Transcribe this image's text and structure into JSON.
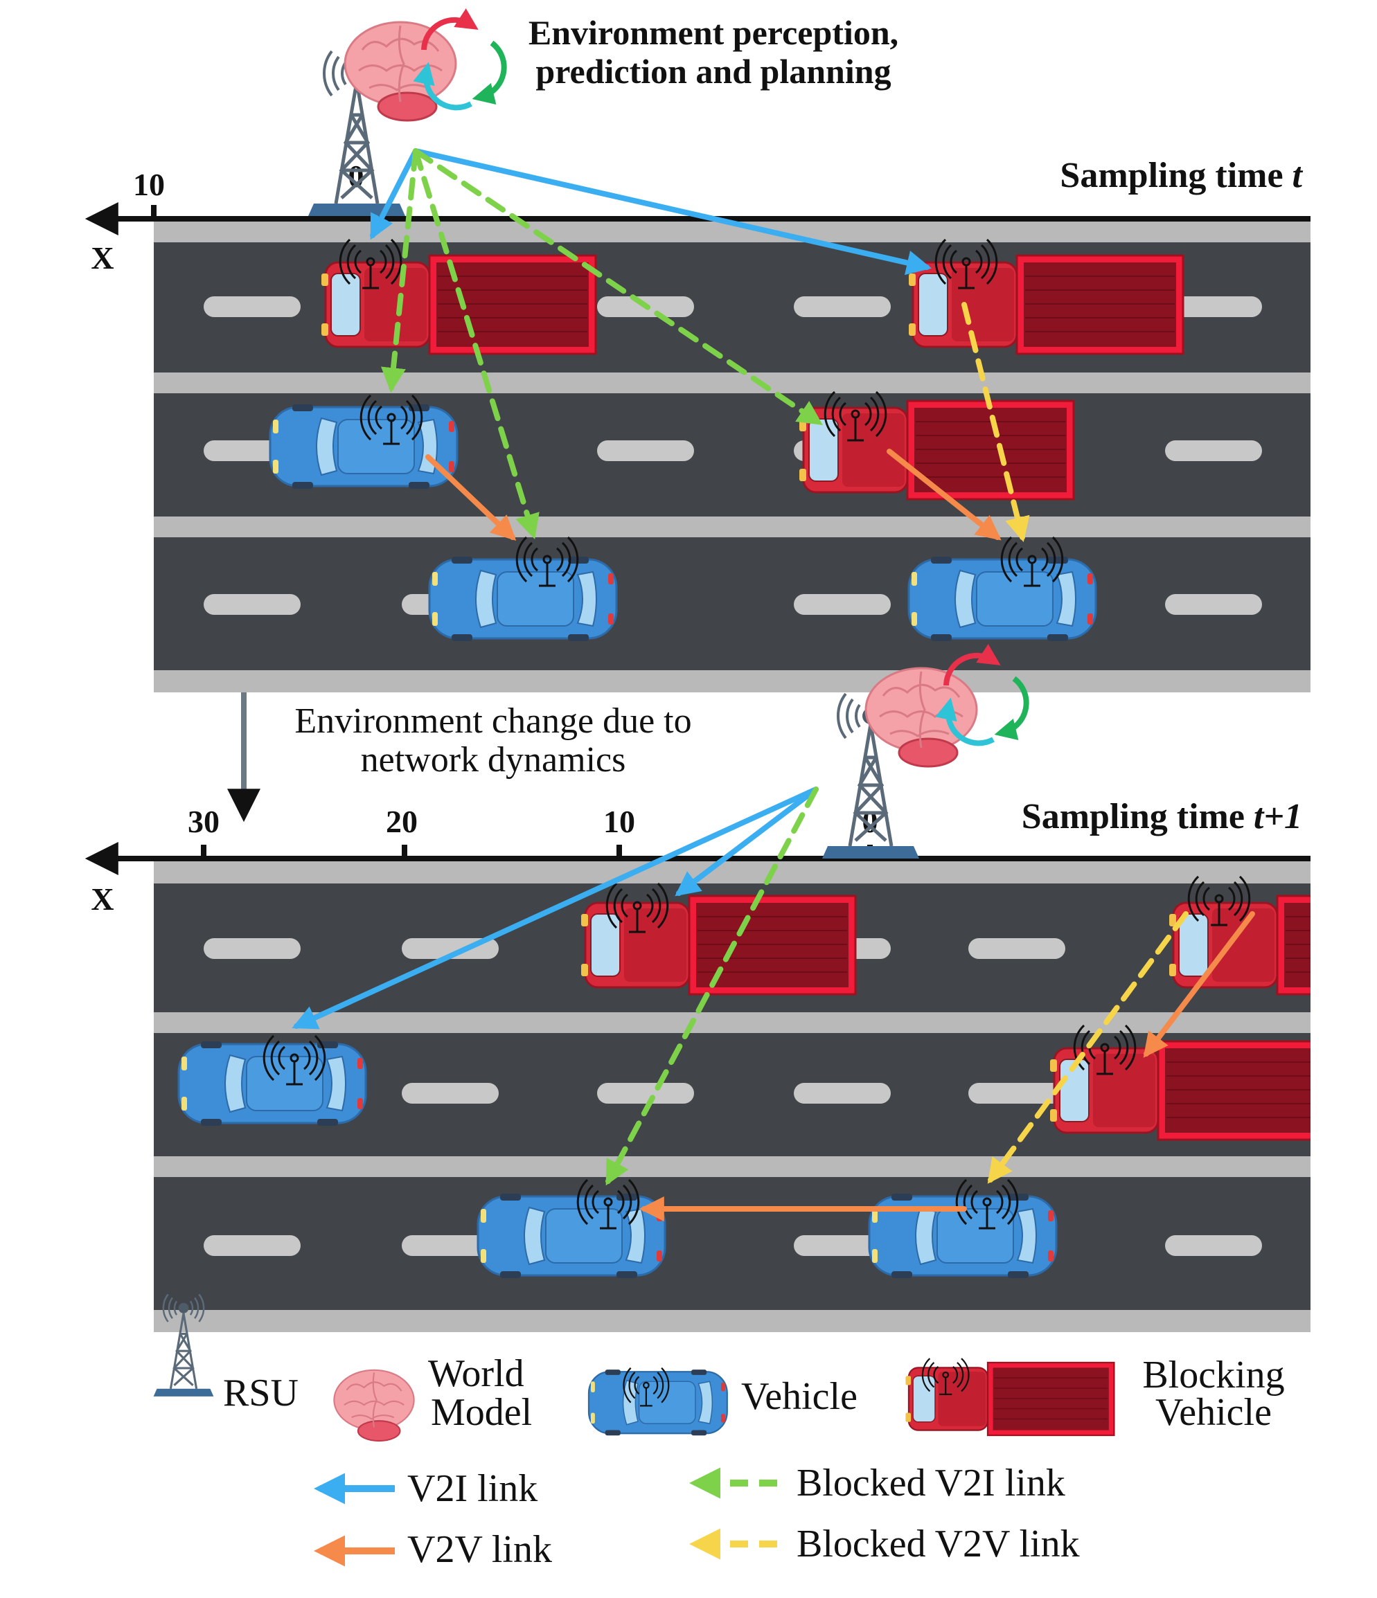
{
  "top_caption": {
    "line1": "Environment perception,",
    "line2": "prediction and planning"
  },
  "panel_t": {
    "title_prefix": "Sampling time ",
    "title_var": "t",
    "axis_label": "X",
    "ticks": [
      "10",
      "0"
    ]
  },
  "transition": {
    "line1": "Environment change due to",
    "line2": "network dynamics"
  },
  "panel_t1": {
    "title_prefix": "Sampling time ",
    "title_var": "t+1",
    "axis_label": "X",
    "ticks": [
      "30",
      "20",
      "10",
      "0"
    ]
  },
  "legend": {
    "rsu": "RSU",
    "world_model_1": "World",
    "world_model_2": "Model",
    "vehicle": "Vehicle",
    "blocking_1": "Blocking",
    "blocking_2": "Vehicle",
    "v2i": "V2I link",
    "v2v": "V2V link",
    "blocked_v2i": "Blocked V2I link",
    "blocked_v2v": "Blocked V2V link"
  },
  "colors": {
    "v2i": "#3aaef0",
    "v2v": "#f58a4b",
    "blocked_v2i": "#7ed24a",
    "blocked_v2v": "#f7d54a",
    "road": "#414449",
    "shoulder": "#b9b9b9",
    "truck": "#e0283a",
    "car": "#3d8ed6",
    "brain": "#f4a2a8"
  }
}
